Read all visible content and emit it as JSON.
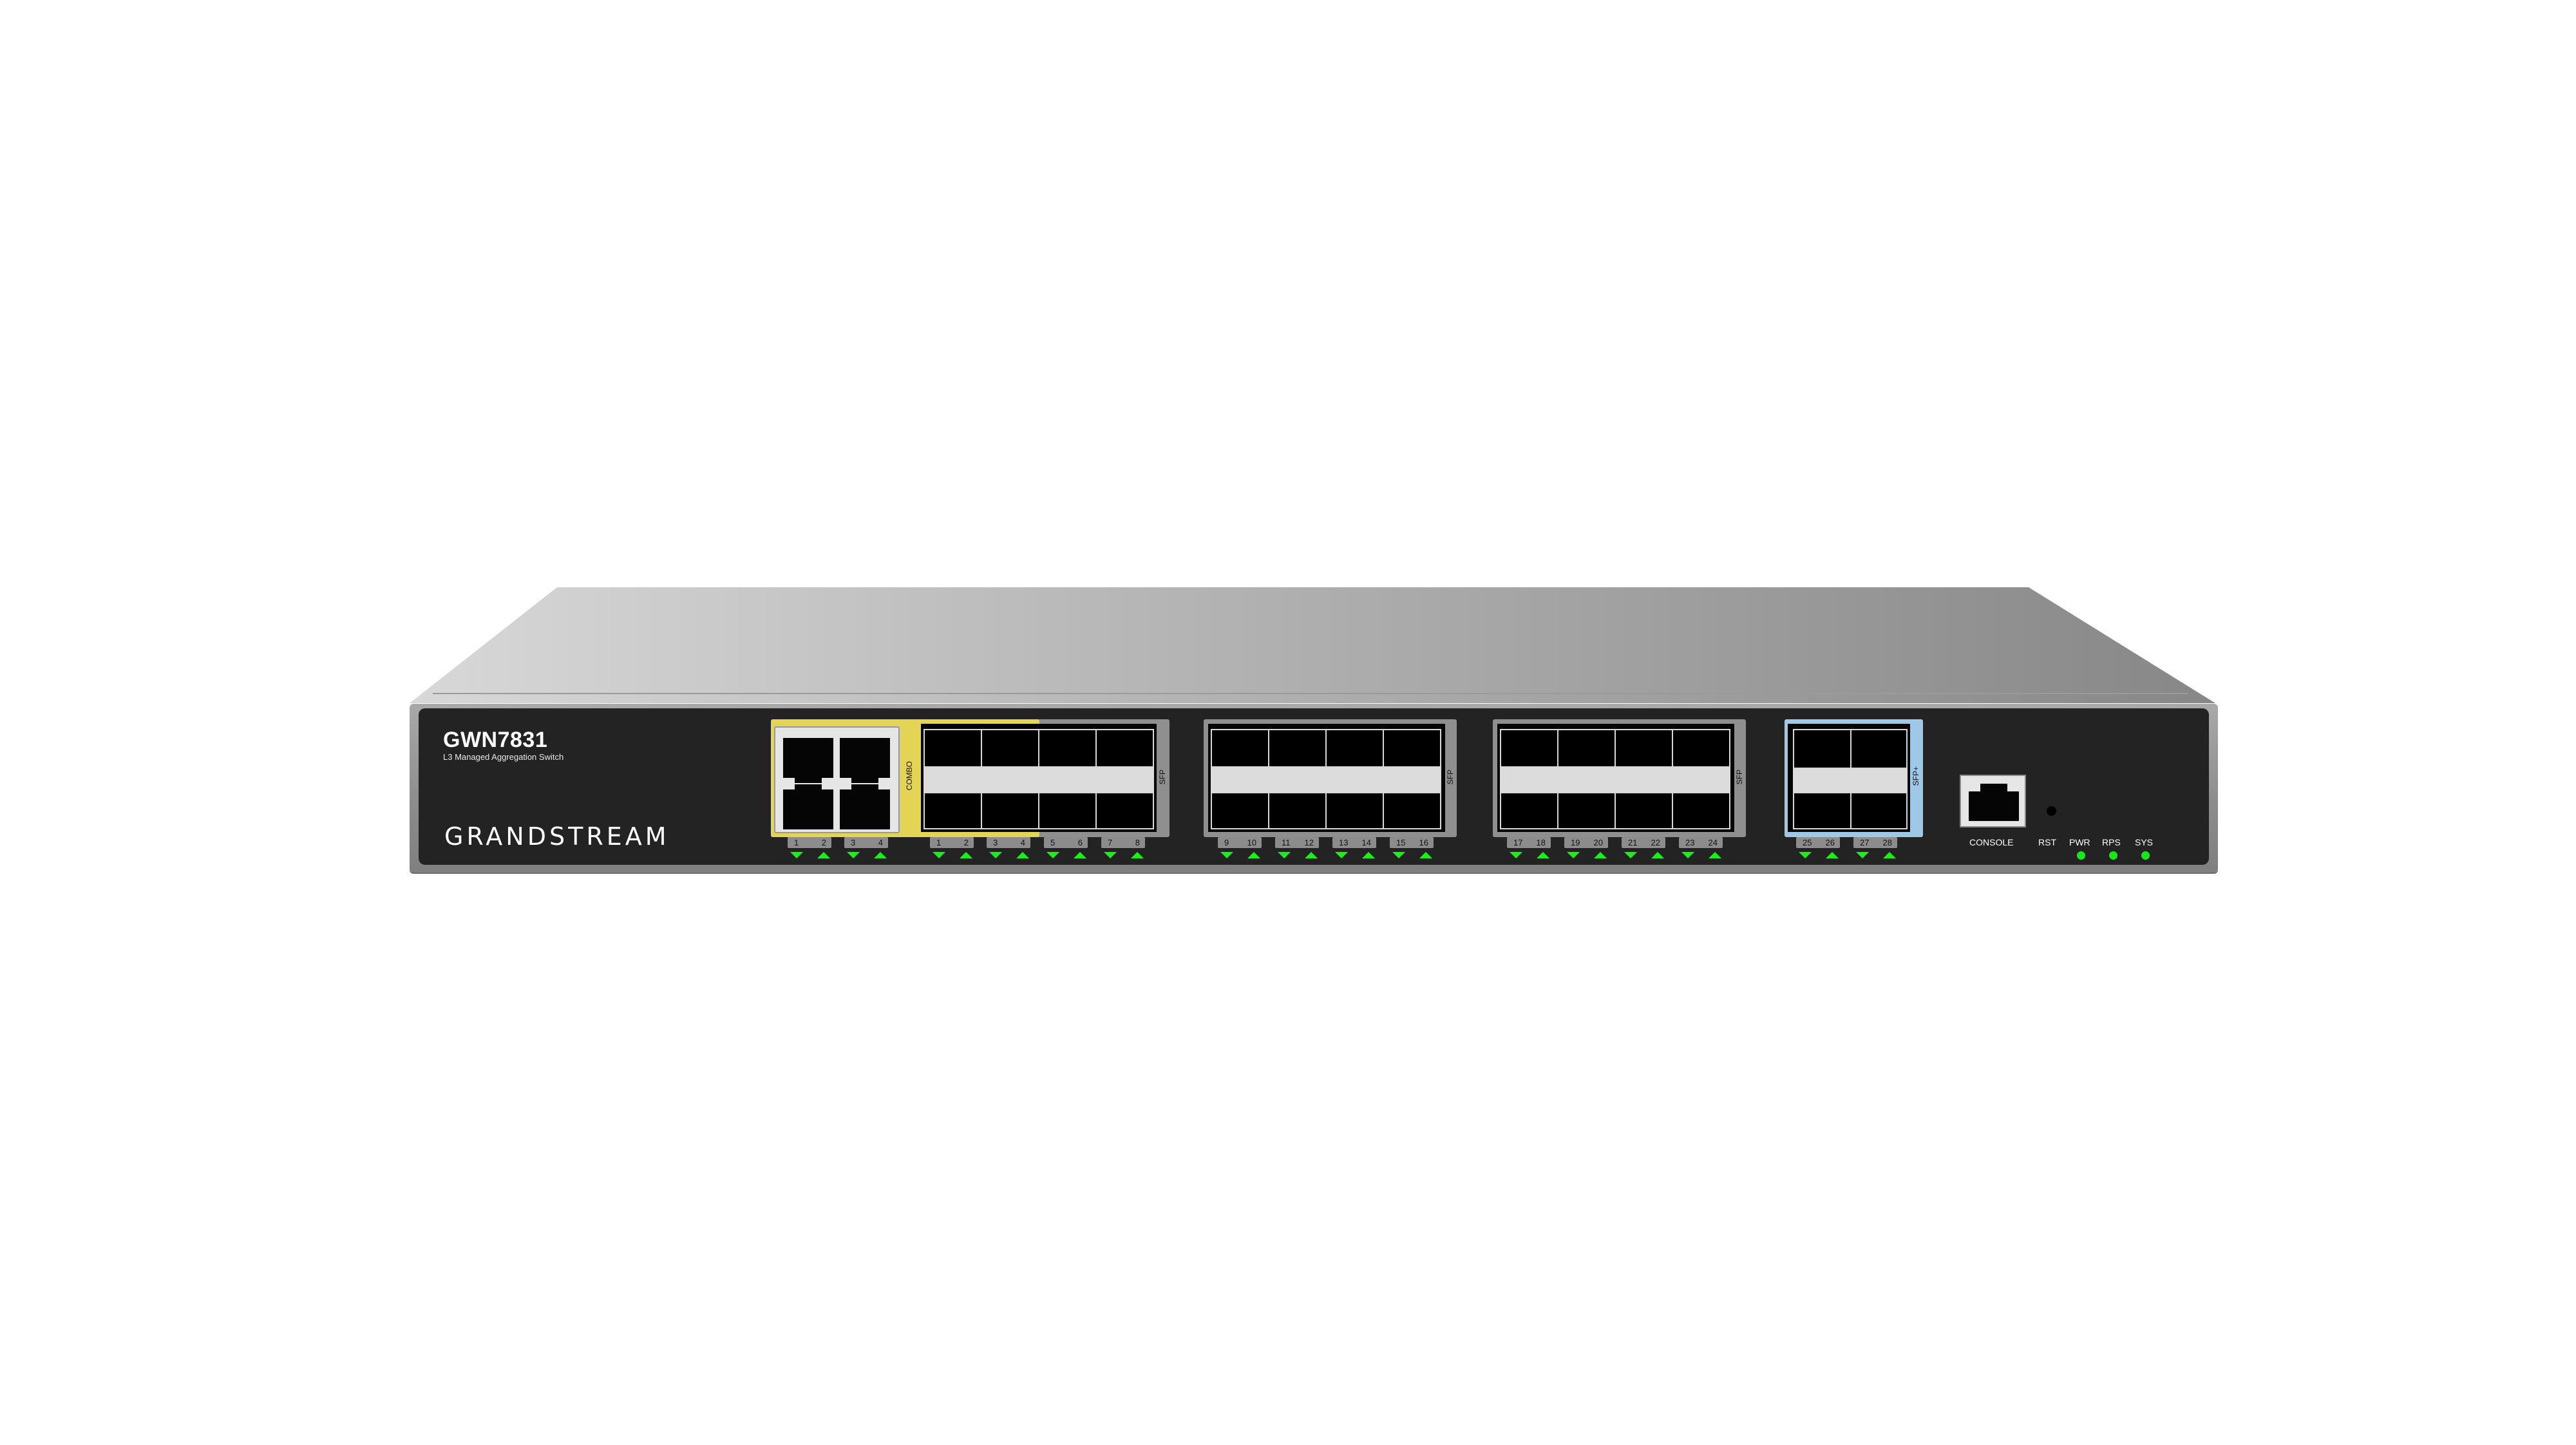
{
  "device": {
    "model": "GWN7831",
    "subtitle": "L3 Managed Aggregation Switch",
    "brand": "GRANDSTREAM",
    "colors": {
      "chassis_top_light": "#d6d6d6",
      "chassis_top_dark": "#8a8a8a",
      "front_panel": "#232323",
      "combo_accent": "#e3d455",
      "sfp_plus_accent": "#9ec8e6",
      "sfp_frame": "#8f8f8f",
      "led_green": "#1aef1a"
    }
  },
  "combo_rj45": {
    "label": "COMBO",
    "ports": [
      "1",
      "2",
      "3",
      "4"
    ]
  },
  "sfp_group_1": {
    "label": "SFP",
    "ports": [
      "1",
      "2",
      "3",
      "4",
      "5",
      "6",
      "7",
      "8"
    ]
  },
  "sfp_group_2": {
    "label": "SFP",
    "ports": [
      "9",
      "10",
      "11",
      "12",
      "13",
      "14",
      "15",
      "16"
    ]
  },
  "sfp_group_3": {
    "label": "SFP",
    "ports": [
      "17",
      "18",
      "19",
      "20",
      "21",
      "22",
      "23",
      "24"
    ]
  },
  "sfp_plus": {
    "label": "SFP+",
    "ports": [
      "25",
      "26",
      "27",
      "28"
    ]
  },
  "console": {
    "label": "CONSOLE"
  },
  "reset": {
    "label": "RST"
  },
  "indicators": [
    {
      "label": "PWR",
      "state": "on"
    },
    {
      "label": "RPS",
      "state": "on"
    },
    {
      "label": "SYS",
      "state": "on"
    }
  ]
}
